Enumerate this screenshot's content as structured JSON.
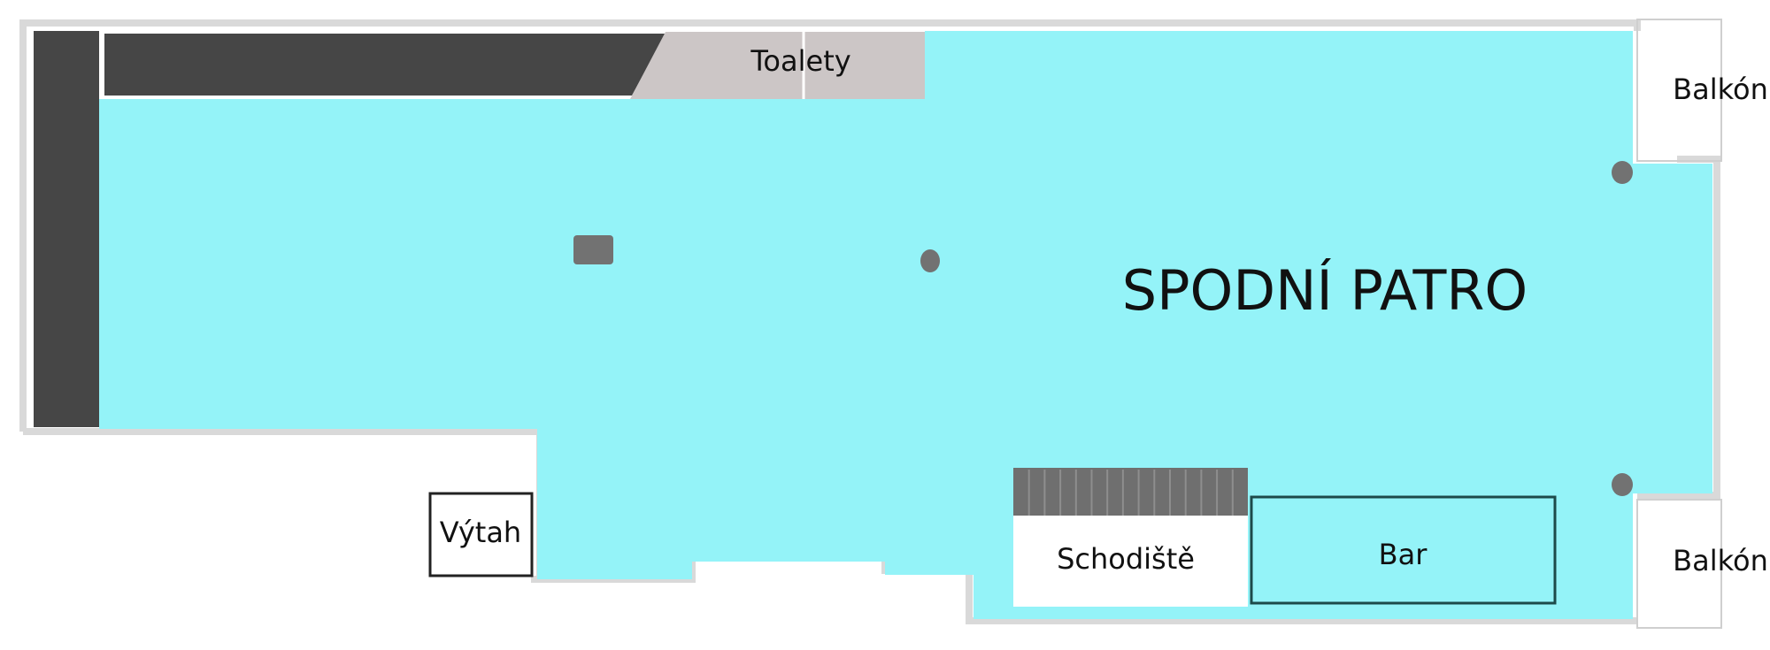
{
  "plan": {
    "title": "SPODNÍ PATRO",
    "rooms": {
      "toilets": "Toalety",
      "balcony_top": "Balkón",
      "balcony_bottom": "Balkón",
      "elevator": "Výtah",
      "staircase": "Schodiště",
      "bar": "Bar"
    }
  },
  "colors": {
    "floor_area": "#94f3f8",
    "wall": "#d9d9d9",
    "dark_wall": "#464646",
    "toilets": "#ccc6c6",
    "pillar": "#727272",
    "stairs": "#6f6f6f"
  }
}
